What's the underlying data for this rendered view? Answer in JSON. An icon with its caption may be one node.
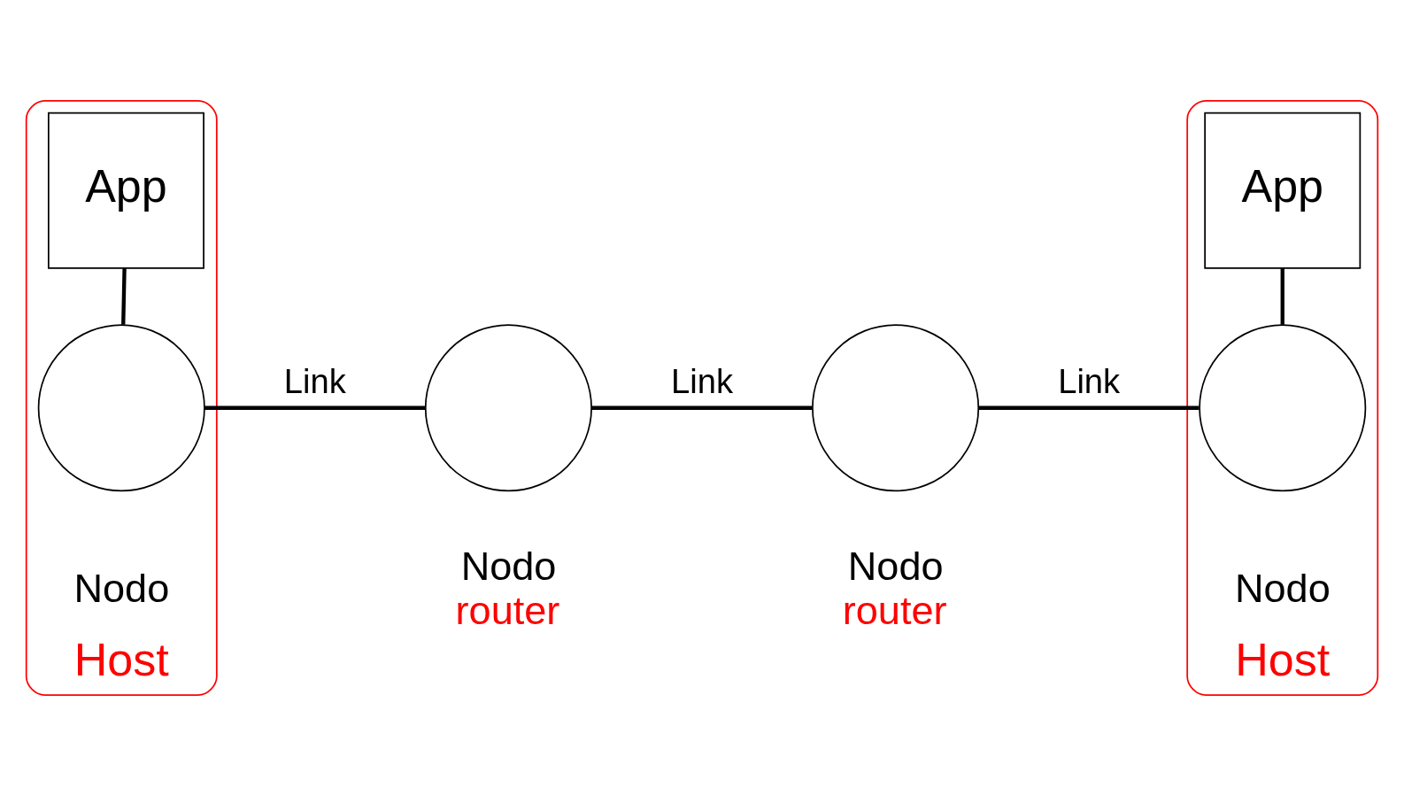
{
  "diagram": {
    "nodes": [
      {
        "text": [
          "Host"
        ]
      },
      {
        "text": [
          "App"
        ],
        "in": 0
      },
      {
        "text": [],
        "shape": "circle",
        "beside": [
          "Nodo"
        ],
        "in": 0
      },
      {
        "text": [],
        "shape": "circle",
        "beside": [
          "Nodo",
          "router"
        ]
      },
      {
        "text": [],
        "shape": "circle",
        "beside": [
          "Nodo",
          "router"
        ]
      },
      {
        "text": [
          "Host"
        ]
      },
      {
        "text": [
          "App"
        ],
        "in": 5
      },
      {
        "text": [],
        "shape": "circle",
        "beside": [
          "Nodo"
        ],
        "in": 5
      }
    ],
    "edges": [
      {
        "from": 1,
        "to": 2,
        "arrow": "none"
      },
      {
        "from": 2,
        "to": 3,
        "arrow": "none",
        "label": "Link"
      },
      {
        "from": 3,
        "to": 4,
        "arrow": "none",
        "label": "Link"
      },
      {
        "from": 4,
        "to": 7,
        "arrow": "none",
        "label": "Link"
      },
      {
        "from": 6,
        "to": 7,
        "arrow": "none"
      }
    ]
  }
}
